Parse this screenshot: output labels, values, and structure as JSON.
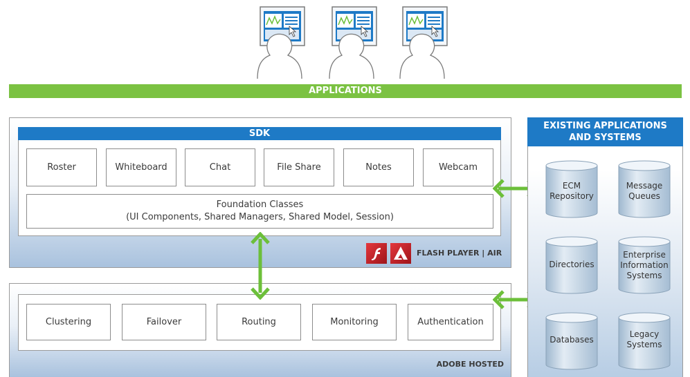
{
  "header": {
    "applications_label": "APPLICATIONS"
  },
  "sdk": {
    "title": "SDK",
    "components": [
      "Roster",
      "Whiteboard",
      "Chat",
      "File Share",
      "Notes",
      "Webcam"
    ],
    "foundation_line1": "Foundation Classes",
    "foundation_line2": "(UI Components, Shared Managers, Shared Model, Session)",
    "runtime_label": "FLASH PLAYER | AIR"
  },
  "hosted": {
    "services": [
      "Clustering",
      "Failover",
      "Routing",
      "Monitoring",
      "Authentication"
    ],
    "label": "ADOBE HOSTED"
  },
  "existing": {
    "title_line1": "EXISTING APPLICATIONS",
    "title_line2": "AND SYSTEMS",
    "systems": [
      {
        "line1": "ECM",
        "line2": "Repository",
        "line3": ""
      },
      {
        "line1": "Message",
        "line2": "Queues",
        "line3": ""
      },
      {
        "line1": "Directories",
        "line2": "",
        "line3": ""
      },
      {
        "line1": "Enterprise",
        "line2": "Information",
        "line3": "Systems"
      },
      {
        "line1": "Databases",
        "line2": "",
        "line3": ""
      },
      {
        "line1": "Legacy",
        "line2": "Systems",
        "line3": ""
      }
    ]
  },
  "colors": {
    "applications_green": "#7bc242",
    "sdk_blue": "#1e7ac6",
    "arrow_green": "#6cbf3a",
    "flash_red": "#c62127"
  },
  "icons": [
    "user-at-monitor-icon",
    "flash-player-logo-icon",
    "adobe-air-logo-icon",
    "database-cylinder-icon",
    "double-arrow-icon"
  ]
}
